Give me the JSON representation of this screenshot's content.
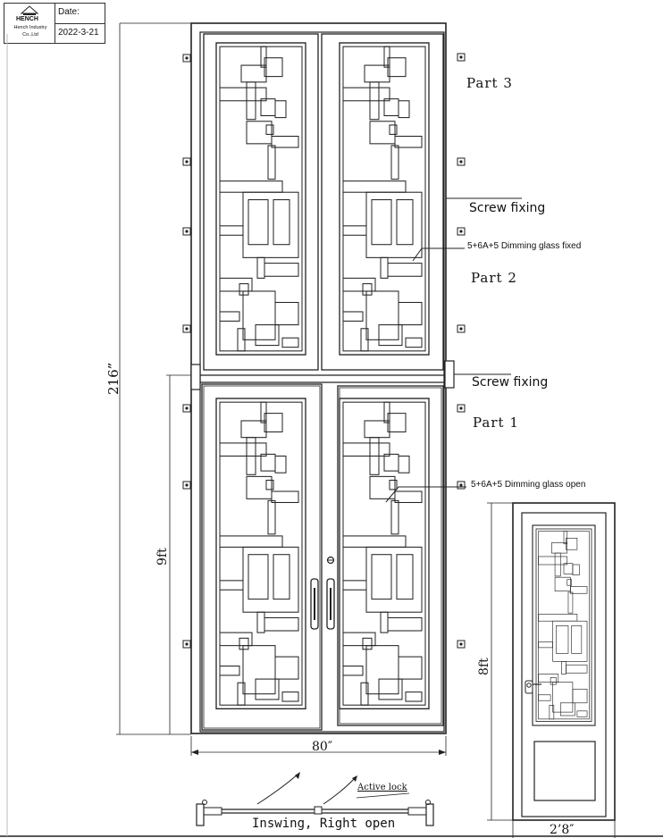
{
  "title_block": {
    "company_logo_text": "HENCH",
    "company_name_line1": "Hench Industry",
    "company_name_line2": "Co.,Ltd",
    "date_label": "Date:",
    "date_value": "2022-3-21"
  },
  "labels": {
    "part3": "Part 3",
    "part2": "Part 2",
    "part1": "Part 1",
    "screw_fixing_upper": "Screw fixing",
    "screw_fixing_lower": "Screw fixing",
    "glass_fixed": "5+6A+5 Dimming glass fixed",
    "glass_open": "5+6A+5 Dimming glass open",
    "active_lock": "Active lock",
    "swing_caption": "Inswing, Right open"
  },
  "dimensions": {
    "overall_height": "216”",
    "lower_height": "9ft",
    "overall_width": "80″",
    "side_door_height": "8ft",
    "side_door_width": "2’8″"
  }
}
